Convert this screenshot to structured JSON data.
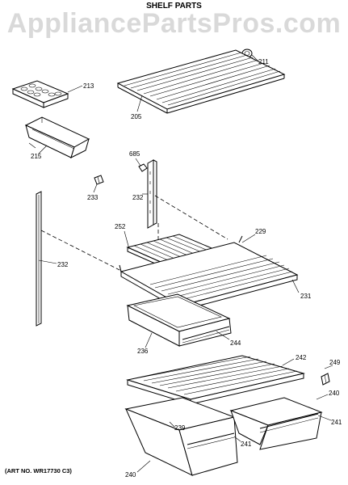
{
  "watermark": "AppliancePartsPros.com",
  "title": "SHELF PARTS",
  "art_number": "(ART NO. WR17730 C3)",
  "parts": {
    "p211": "211",
    "p213": "213",
    "p205": "205",
    "p215": "215",
    "p685": "685",
    "p233": "233",
    "p232a": "232",
    "p252": "252",
    "p229": "229",
    "p232b": "232",
    "p231": "231",
    "p236": "236",
    "p244": "244",
    "p242": "242",
    "p249": "249",
    "p240a": "240",
    "p241a": "241",
    "p239": "239",
    "p241b": "241",
    "p240b": "240"
  }
}
